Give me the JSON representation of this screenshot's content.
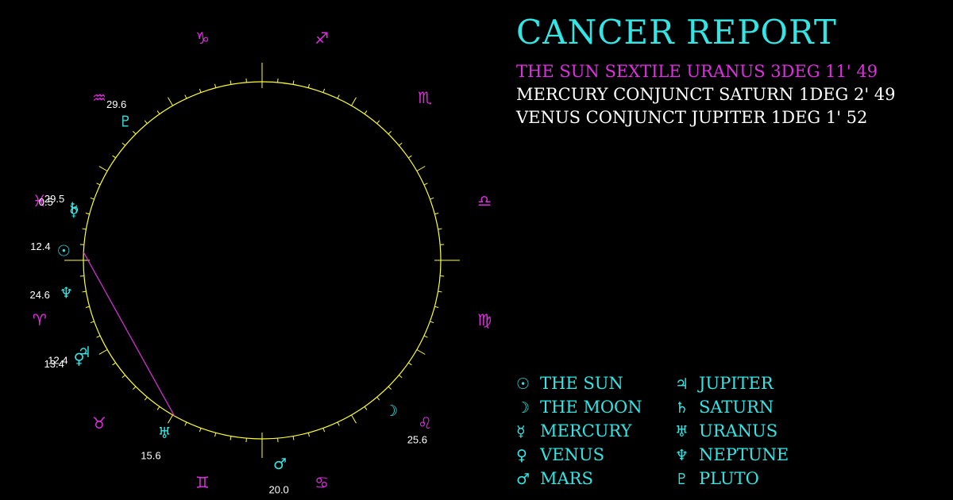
{
  "report": {
    "title": "CANCER REPORT",
    "aspects": [
      {
        "text": "THE SUN SEXTILE URANUS 3DEG 11' 49",
        "color": "#e22ee2"
      },
      {
        "text": "MERCURY CONJUNCT SATURN 1DEG 2' 49",
        "color": "#ffffff"
      },
      {
        "text": "VENUS CONJUNCT JUPITER 1DEG 1' 52",
        "color": "#ffffff"
      }
    ]
  },
  "legend": [
    {
      "symbol": "☉",
      "icon": "sun-icon",
      "label": "THE SUN"
    },
    {
      "symbol": "☽",
      "icon": "moon-icon",
      "label": "THE MOON"
    },
    {
      "symbol": "☿",
      "icon": "mercury-icon",
      "label": "MERCURY"
    },
    {
      "symbol": "♀",
      "icon": "venus-icon",
      "label": "VENUS"
    },
    {
      "symbol": "♂",
      "icon": "mars-icon",
      "label": "MARS"
    },
    {
      "symbol": "♃",
      "icon": "jupiter-icon",
      "label": "JUPITER"
    },
    {
      "symbol": "♄",
      "icon": "saturn-icon",
      "label": "SATURN"
    },
    {
      "symbol": "♅",
      "icon": "uranus-icon",
      "label": "URANUS"
    },
    {
      "symbol": "♆",
      "icon": "neptune-icon",
      "label": "NEPTUNE"
    },
    {
      "symbol": "♇",
      "icon": "pluto-icon",
      "label": "PLUTO"
    }
  ],
  "chart": {
    "zodiac": [
      {
        "symbol": "♈",
        "icon": "aries-icon"
      },
      {
        "symbol": "♉",
        "icon": "taurus-icon"
      },
      {
        "symbol": "♊",
        "icon": "gemini-icon"
      },
      {
        "symbol": "♋",
        "icon": "cancer-icon"
      },
      {
        "symbol": "♌",
        "icon": "leo-icon"
      },
      {
        "symbol": "♍",
        "icon": "virgo-icon"
      },
      {
        "symbol": "♎",
        "icon": "libra-icon"
      },
      {
        "symbol": "♏",
        "icon": "scorpio-icon"
      },
      {
        "symbol": "♐",
        "icon": "sagittarius-icon"
      },
      {
        "symbol": "♑",
        "icon": "capricorn-icon"
      },
      {
        "symbol": "♒",
        "icon": "aquarius-icon"
      },
      {
        "symbol": "♓",
        "icon": "pisces-icon"
      }
    ],
    "planets": [
      {
        "name": "sun",
        "symbol": "☉",
        "icon": "sun-icon",
        "sign": "pisces",
        "degree": "12.4"
      },
      {
        "name": "neptune",
        "symbol": "♆",
        "icon": "neptune-icon",
        "sign": "pisces",
        "degree": "24.6"
      },
      {
        "name": "saturn",
        "symbol": "♄",
        "icon": "saturn-icon",
        "sign": "aquarius",
        "degree": "29.5"
      },
      {
        "name": "mercury",
        "symbol": "☿",
        "icon": "mercury-icon",
        "sign": "pisces",
        "degree": "0.5"
      },
      {
        "name": "pluto",
        "symbol": "♇",
        "icon": "pluto-icon",
        "sign": "capricorn",
        "degree": "29.6"
      },
      {
        "name": "venus",
        "symbol": "♀",
        "icon": "venus-icon",
        "sign": "aries",
        "degree": "13.4"
      },
      {
        "name": "jupiter",
        "symbol": "♃",
        "icon": "jupiter-icon",
        "sign": "aries",
        "degree": "12.4"
      },
      {
        "name": "uranus",
        "symbol": "♅",
        "icon": "uranus-icon",
        "sign": "taurus",
        "degree": "15.6"
      },
      {
        "name": "mars",
        "symbol": "♂",
        "icon": "mars-icon",
        "sign": "gemini",
        "degree": "20.0"
      },
      {
        "name": "moon",
        "symbol": "☽",
        "icon": "moon-icon",
        "sign": "cancer",
        "degree": "25.6"
      }
    ],
    "aspect_line": {
      "from": "sun",
      "to": "uranus",
      "color": "#e22ee2"
    },
    "colors": {
      "ring": "#ffff33",
      "sign": "#e22ee2",
      "planet": "#33e6e6",
      "degree": "#ffffff"
    }
  }
}
